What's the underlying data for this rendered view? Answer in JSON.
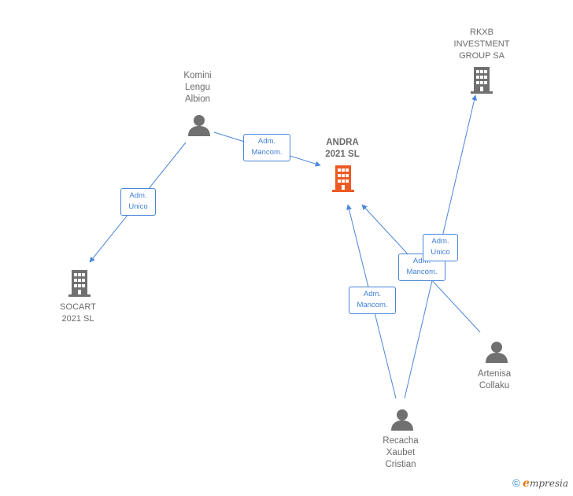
{
  "nodes": {
    "andra": {
      "lines": [
        "ANDRA",
        "2021  SL"
      ],
      "kind": "company",
      "color": "#ee5a24"
    },
    "rkxb": {
      "lines": [
        "RKXB",
        "INVESTMENT",
        "GROUP SA"
      ],
      "kind": "company",
      "color": "#6f6f6f"
    },
    "socart": {
      "lines": [
        "SOCART",
        "2021  SL"
      ],
      "kind": "company",
      "color": "#6f6f6f"
    },
    "komini": {
      "lines": [
        "Komini",
        "Lengu",
        "Albion"
      ],
      "kind": "person",
      "color": "#6f6f6f"
    },
    "artenisa": {
      "lines": [
        "Artenisa",
        "Collaku"
      ],
      "kind": "person",
      "color": "#6f6f6f"
    },
    "recacha": {
      "lines": [
        "Recacha",
        "Xaubet",
        "Cristian"
      ],
      "kind": "person",
      "color": "#6f6f6f"
    }
  },
  "edges": {
    "komini_andra": {
      "lines": [
        "Adm.",
        "Mancom."
      ]
    },
    "komini_socart": {
      "lines": [
        "Adm.",
        "Unico"
      ]
    },
    "recacha_andra": {
      "lines": [
        "Adm.",
        "Mancom."
      ]
    },
    "artenisa_andra": {
      "lines": [
        "Adm.",
        "Mancom."
      ]
    },
    "recacha_rkxb": {
      "lines": [
        "Adm.",
        "Unico"
      ]
    }
  },
  "colors": {
    "edge": "#4a86d8"
  },
  "footer": {
    "copyright": "©",
    "brand_initial": "e",
    "brand_rest": "mpresia"
  }
}
